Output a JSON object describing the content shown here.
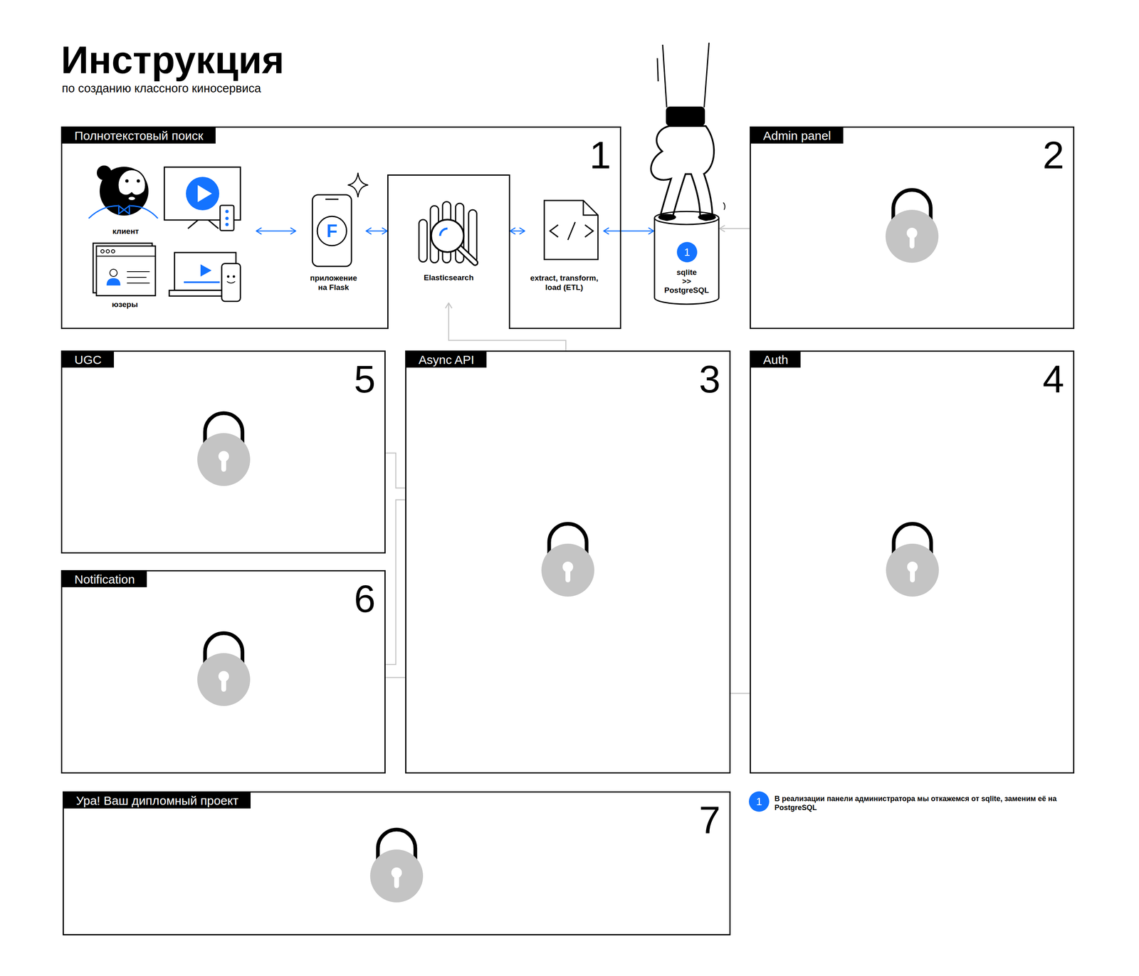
{
  "diagram": {
    "title": "Инструкция",
    "nodes": [
      {
        "text": [
          "Полнотекстовый поиск",
          "1"
        ]
      },
      {
        "text": [
          "клиент",
          "юзеры"
        ],
        "in": 0
      },
      {
        "text": [
          "приложение на Flask"
        ],
        "in": 0
      },
      {
        "text": [
          "Elasticsearch"
        ],
        "in": 0
      },
      {
        "text": [
          "extract, transform, load (ETL)"
        ],
        "in": 0
      },
      {
        "text": [
          "sqlite >> PostgreSQL"
        ]
      },
      {
        "text": [
          "Admin panel",
          "2"
        ]
      },
      {
        "text": [
          "UGC",
          "5"
        ]
      },
      {
        "text": [
          "Async API",
          "3"
        ]
      },
      {
        "text": [
          "Auth",
          "4"
        ]
      },
      {
        "text": [
          "Notification",
          "6"
        ]
      },
      {
        "text": [
          "Ура! Ваш дипломный проект",
          "7"
        ]
      }
    ],
    "edges": [
      {
        "from": 1,
        "to": 2,
        "arrow": "both"
      },
      {
        "from": 2,
        "to": 3,
        "arrow": "both"
      },
      {
        "from": 3,
        "to": 4,
        "arrow": "both"
      },
      {
        "from": 4,
        "to": 5,
        "arrow": "both"
      },
      {
        "from": 6,
        "to": 5,
        "arrow": "to"
      },
      {
        "from": 8,
        "to": 3,
        "arrow": "to"
      },
      {
        "from": 7,
        "to": 8,
        "arrow": "none"
      },
      {
        "from": 10,
        "to": 8,
        "arrow": "none"
      },
      {
        "from": 10,
        "to": 8,
        "arrow": "none"
      },
      {
        "from": 8,
        "to": 9,
        "arrow": "none"
      }
    ],
    "labels": [
      "по созданию классного киносервиса",
      "F",
      "1",
      "1",
      "В реализации панели администратора мы откажемся от sqlite, заменим её на PostgreSQL"
    ]
  }
}
